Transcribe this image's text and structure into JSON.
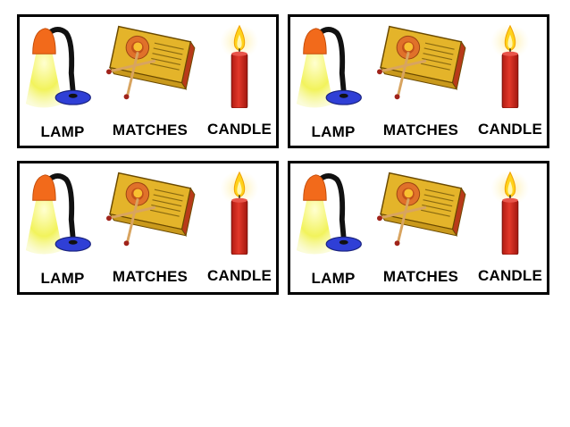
{
  "colors": {
    "lamp_shade": "#f26a1b",
    "lamp_base": "#2f3fd6",
    "lamp_light": "#f4f57a",
    "matchbox": "#e4b42a",
    "candle_body": "#d42a1e",
    "flame": "#ffd21a"
  },
  "icons": [
    "lamp-icon",
    "matchbox-icon",
    "candle-icon"
  ],
  "cards": [
    {
      "lamp": "LAMP",
      "matches": "MATCHES",
      "candle": "CANDLE"
    },
    {
      "lamp": "LAMP",
      "matches": "MATCHES",
      "candle": "CANDLE"
    },
    {
      "lamp": "LAMP",
      "matches": "MATCHES",
      "candle": "CANDLE"
    },
    {
      "lamp": "LAMP",
      "matches": "MATCHES",
      "candle": "CANDLE"
    }
  ]
}
